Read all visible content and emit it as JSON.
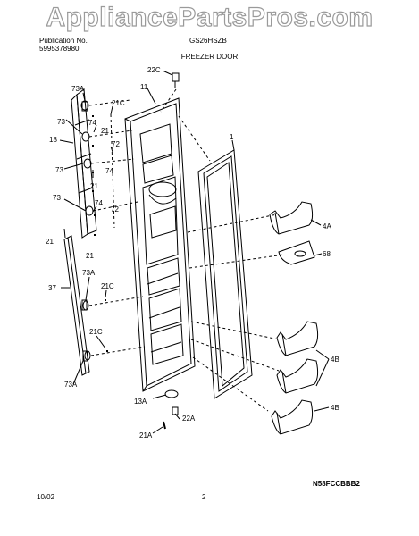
{
  "watermark": "AppliancePartsPros.com",
  "header": {
    "publication_label": "Publication No.",
    "publication_number": "5995378980",
    "model": "GS26HSZB",
    "section_title": "FREEZER DOOR"
  },
  "callouts": {
    "c22C": "22C",
    "c11": "11",
    "c73A_top": "73A",
    "c21C_top": "21C",
    "c73_a": "73",
    "c74_a": "74",
    "c21_a": "21",
    "c18": "18",
    "c72_a": "72",
    "c73_b": "73",
    "c74_b": "74",
    "c21_b": "21",
    "c72_b": "72",
    "c73_c": "73",
    "c74_c": "74",
    "c21_c": "21",
    "c21_d": "21",
    "c1": "1",
    "c4A": "4A",
    "c68": "68",
    "c37": "37",
    "c73A_mid": "73A",
    "c21C_mid": "21C",
    "c21C_low": "21C",
    "c73A_low": "73A",
    "c4B_a": "4B",
    "c4B_b": "4B",
    "c13A": "13A",
    "c22A": "22A",
    "c21A": "21A"
  },
  "footer": {
    "drawing_code": "N58FCCBBB2",
    "date": "10/02",
    "page": "2"
  }
}
